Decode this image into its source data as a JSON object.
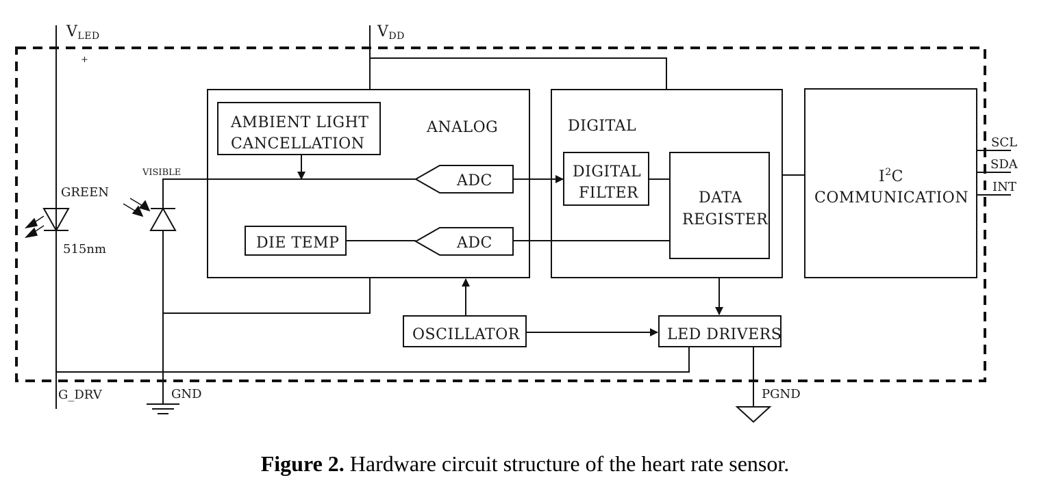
{
  "pins": {
    "vled": "V",
    "vled_sub": "LED",
    "plus": "+",
    "vdd": "V",
    "vdd_sub": "DD",
    "g_drv": "G_DRV",
    "gnd": "GND",
    "pgnd": "PGND",
    "scl": "SCL",
    "sda": "SDA",
    "int": "INT"
  },
  "led": {
    "color_label": "GREEN",
    "wavelength": "515nm"
  },
  "photodiode": {
    "label": "VISIBLE"
  },
  "blocks": {
    "analog_title": "ANALOG",
    "ambient_line1": "AMBIENT  LIGHT",
    "ambient_line2": "CANCELLATION",
    "adc_top": "ADC",
    "adc_bottom": "ADC",
    "die_temp": "DIE TEMP",
    "digital_title": "DIGITAL",
    "filter_line1": "DIGITAL",
    "filter_line2": "FILTER",
    "register_line1": "DATA",
    "register_line2": "REGISTER",
    "i2c_prefix": "I",
    "i2c_sup": "2",
    "i2c_suffix": "C",
    "i2c_line2": "COMMUNICATION",
    "oscillator": "OSCILLATOR",
    "led_drivers": "LED DRIVERS"
  },
  "caption": {
    "label": "Figure 2.",
    "text": " Hardware circuit structure of the heart rate sensor."
  }
}
